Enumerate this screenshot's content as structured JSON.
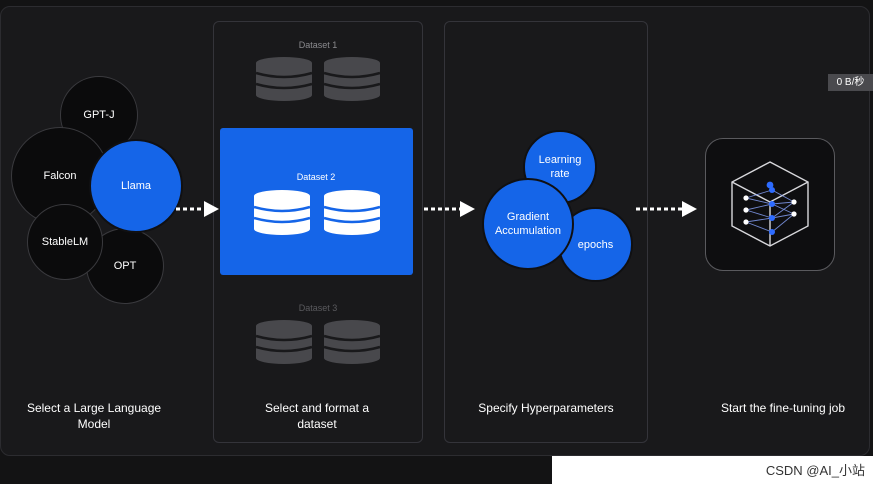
{
  "models": [
    "GPT-J",
    "Falcon",
    "Llama",
    "StableLM",
    "OPT"
  ],
  "datasets": [
    "Dataset 1",
    "Dataset 2",
    "Dataset 3"
  ],
  "hyperparameters": {
    "learning_rate": "Learning rate",
    "gradient_accumulation": "Gradient Accumulation",
    "epochs": "epochs"
  },
  "steps": {
    "select_model": "Select a Large Language Model",
    "select_dataset": "Select and format a dataset",
    "specify_hyperparameters": "Specify Hyperparameters",
    "start_job": "Start the fine-tuning job"
  },
  "overlay": {
    "speed": "0 B/秒",
    "watermark": "CSDN @AI_小站"
  },
  "colors": {
    "accent": "#1565e8",
    "background": "#19191b"
  }
}
